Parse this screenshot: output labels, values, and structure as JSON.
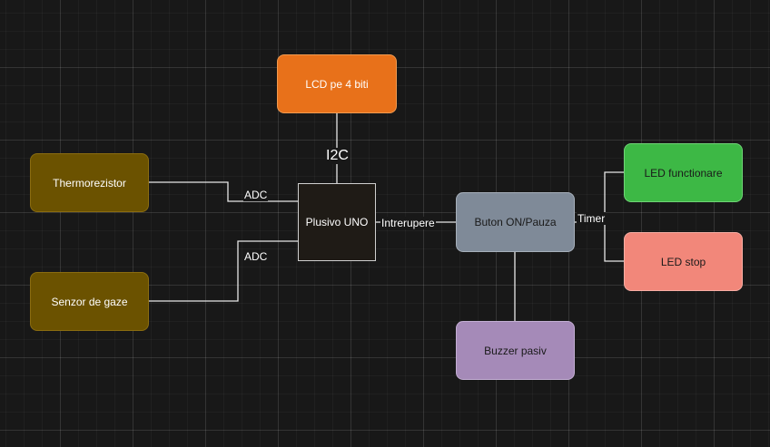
{
  "nodes": {
    "lcd": "LCD pe 4 biti",
    "thermistor": "Thermorezistor",
    "gas_sensor": "Senzor de gaze",
    "mcu": "Plusivo UNO",
    "button": "Buton ON/Pauza",
    "buzzer": "Buzzer pasiv",
    "led_on": "LED functionare",
    "led_stop": "LED stop"
  },
  "edges": {
    "lcd_mcu": "I2C",
    "thermistor_mcu": "ADC",
    "gas_mcu": "ADC",
    "mcu_button": "Intrerupere",
    "button_leds": "Timer"
  },
  "colors": {
    "background": "#181818",
    "lcd_fill": "#e8711a",
    "sensor_fill": "#6b5200",
    "mcu_fill": "#1f1b16",
    "button_fill": "#7f8a98",
    "buzzer_fill": "#a58ab8",
    "led_on_fill": "#3db845",
    "led_stop_fill": "#f2877a"
  }
}
